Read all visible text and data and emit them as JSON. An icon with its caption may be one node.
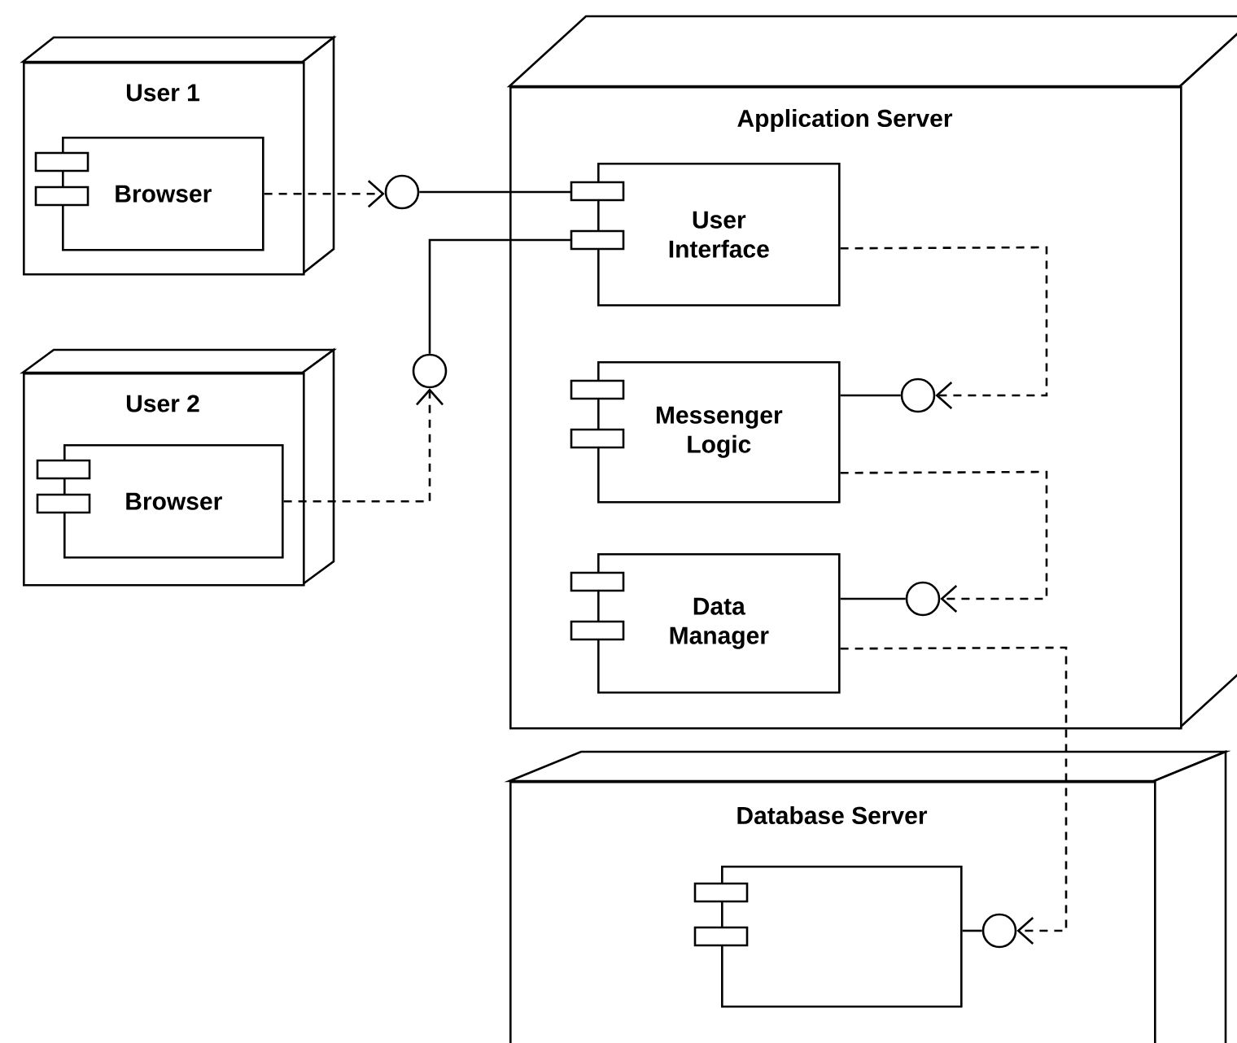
{
  "diagram": {
    "nodes": [
      {
        "text": [
          "User 1"
        ]
      },
      {
        "text": [
          "Browser"
        ],
        "in": 0
      },
      {
        "text": [
          "User 2"
        ]
      },
      {
        "text": [
          "Browser"
        ],
        "in": 2
      },
      {
        "text": [
          "Application Server"
        ]
      },
      {
        "text": [
          "User Interface"
        ],
        "in": 4
      },
      {
        "text": [
          "Messenger Logic"
        ],
        "in": 4
      },
      {
        "text": [
          "Data Manager"
        ],
        "in": 4
      },
      {
        "text": [
          "Database Server"
        ]
      },
      {
        "text": [],
        "shape": "box",
        "in": 8
      },
      {
        "text": [],
        "shape": "circle"
      },
      {
        "text": [],
        "shape": "circle"
      },
      {
        "text": [],
        "shape": "circle",
        "in": 4
      },
      {
        "text": [],
        "shape": "circle",
        "in": 4
      },
      {
        "text": [],
        "shape": "circle",
        "in": 8
      }
    ],
    "edges": [
      {
        "from": 1,
        "to": 10,
        "arrow": "to",
        "style": "dashed"
      },
      {
        "from": 10,
        "to": 5,
        "arrow": "none"
      },
      {
        "from": 3,
        "to": 11,
        "arrow": "to",
        "style": "dashed"
      },
      {
        "from": 11,
        "to": 5,
        "arrow": "none"
      },
      {
        "from": 5,
        "to": 12,
        "arrow": "to",
        "style": "dashed"
      },
      {
        "from": 12,
        "to": 6,
        "arrow": "none"
      },
      {
        "from": 6,
        "to": 13,
        "arrow": "to",
        "style": "dashed"
      },
      {
        "from": 13,
        "to": 7,
        "arrow": "none"
      },
      {
        "from": 7,
        "to": 14,
        "arrow": "to",
        "style": "dashed"
      },
      {
        "from": 14,
        "to": 9,
        "arrow": "none"
      }
    ]
  }
}
